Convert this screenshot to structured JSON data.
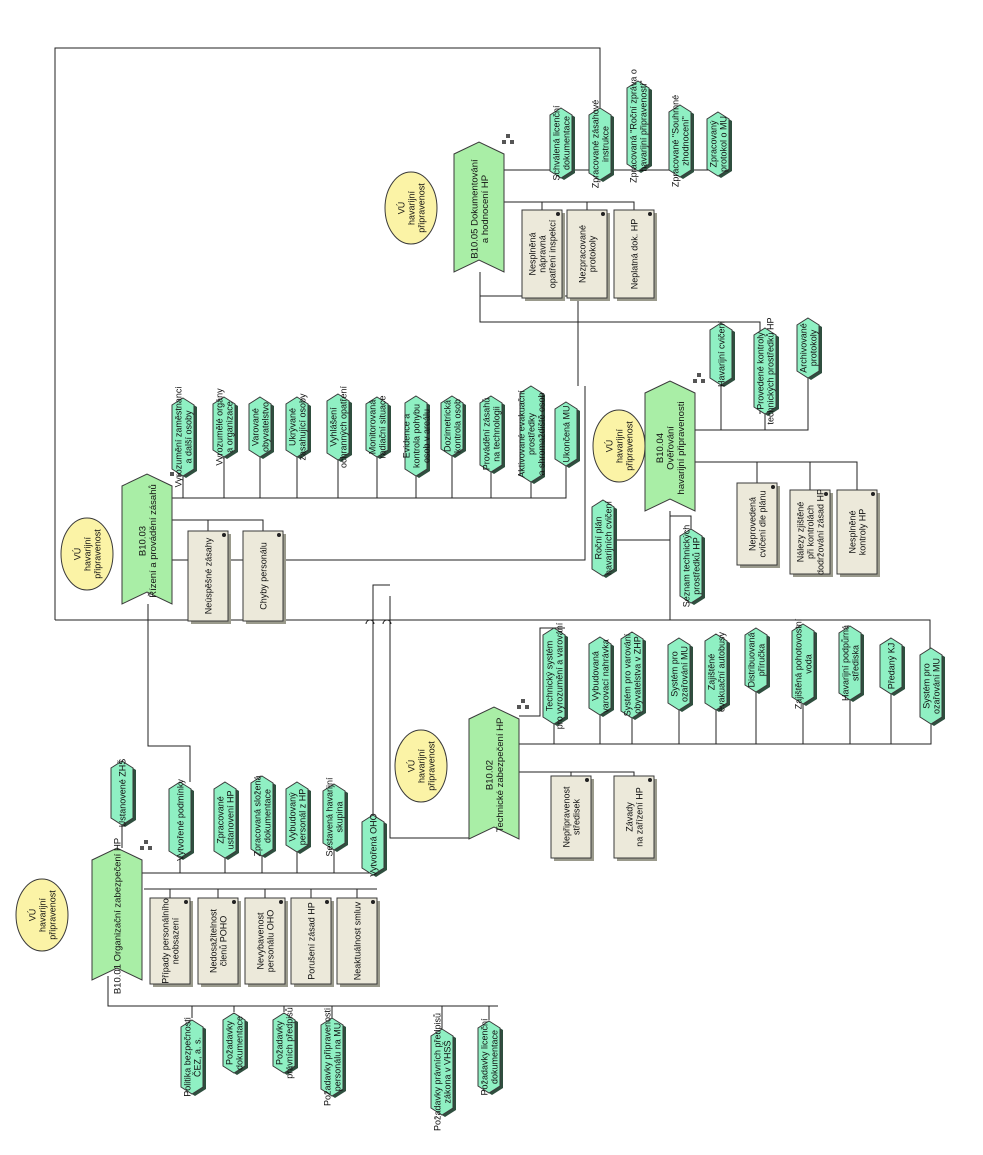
{
  "colors": {
    "process": "#a9eea6",
    "event": "#8ff0c3",
    "event_dark": "#2f4f3f",
    "output": "#ece9da",
    "ellipse": "#fbf3a6",
    "line": "#222222"
  },
  "ellipse_label": [
    "VÚ",
    "havarijní",
    "připravenost"
  ],
  "ellipses": [
    {
      "id": "e1",
      "label": [
        "VÚ",
        "havarijní",
        "připravenost"
      ]
    },
    {
      "id": "e2",
      "label": [
        "VÚ",
        "havarijní",
        "připravenost"
      ]
    },
    {
      "id": "e3",
      "label": [
        "VÚ",
        "havarijní",
        "připravenost"
      ]
    },
    {
      "id": "e4",
      "label": [
        "VÚ",
        "havarijní",
        "připravenost"
      ]
    },
    {
      "id": "e5",
      "label": [
        "VÚ",
        "havarijní",
        "připravenost"
      ]
    }
  ],
  "processes": [
    {
      "id": "p1",
      "label": [
        "B10.01 Organizační zabezpečení HP"
      ]
    },
    {
      "id": "p2",
      "label": [
        "B10.02",
        "Technické zabezpečení HP"
      ]
    },
    {
      "id": "p3",
      "label": [
        "B10.03",
        "Řízení a provádění zásahů"
      ]
    },
    {
      "id": "p4",
      "label": [
        "B10.04",
        "Ověřování",
        "havarijní připravenosti"
      ]
    },
    {
      "id": "p5",
      "label": [
        "B10.05 Dokumentování",
        "a hodnocení HP"
      ]
    }
  ],
  "events": [
    {
      "id": "in1",
      "label": [
        "Politika bezpečnosti",
        "ČEZ, a. s."
      ]
    },
    {
      "id": "in2",
      "label": [
        "Požadavky",
        "dokumentace"
      ]
    },
    {
      "id": "in3",
      "label": [
        "Požadavky",
        "právních předpisů"
      ]
    },
    {
      "id": "in4",
      "label": [
        "Požadavky připravenosti",
        "personálu na MU"
      ]
    },
    {
      "id": "in5",
      "label": [
        "Požadavky právních předpisů",
        "zákona v VHSŠ"
      ]
    },
    {
      "id": "in6",
      "label": [
        "Požadavky licenční",
        "dokumentace"
      ]
    },
    {
      "id": "o1a",
      "label": [
        "Ustanovené ZHŠ"
      ]
    },
    {
      "id": "o1b",
      "label": [
        "Vytvořené podmínky"
      ]
    },
    {
      "id": "o1c",
      "label": [
        "Zpracované",
        "ustanovení HP"
      ]
    },
    {
      "id": "o1d",
      "label": [
        "Zpracovaná složená",
        "dokumentace"
      ]
    },
    {
      "id": "o1e",
      "label": [
        "Vybudovaný",
        "personál z HP"
      ]
    },
    {
      "id": "o1f",
      "label": [
        "Sestavená havarijní",
        "skupina"
      ]
    },
    {
      "id": "o1g",
      "label": [
        "Vytvořená OHO"
      ]
    },
    {
      "id": "o2a",
      "label": [
        "Technický systém",
        "pro vyrozumění a varování"
      ]
    },
    {
      "id": "o2b",
      "label": [
        "Vybudovaná",
        "varovací nahrávka"
      ]
    },
    {
      "id": "o2c",
      "label": [
        "Systém pro varování",
        "obyvatelstva v ZHP"
      ]
    },
    {
      "id": "o2d",
      "label": [
        "Systém pro",
        "ozařování MU"
      ]
    },
    {
      "id": "o2e",
      "label": [
        "Zajištěné",
        "evakuační autobusy"
      ]
    },
    {
      "id": "o2f",
      "label": [
        "Distribuovaná",
        "příručka"
      ]
    },
    {
      "id": "o2g",
      "label": [
        "Zajištěná pohotovostní",
        "voda"
      ]
    },
    {
      "id": "o2h",
      "label": [
        "Havarijní podpůrná",
        "střediska"
      ]
    },
    {
      "id": "o2i",
      "label": [
        "Předaný KJ"
      ]
    },
    {
      "id": "o2j",
      "label": [
        "Systém pro",
        "ozařování MU"
      ]
    },
    {
      "id": "o3a",
      "label": [
        "Vyrozumění zaměstnanci",
        "a další osoby"
      ]
    },
    {
      "id": "o3b",
      "label": [
        "Vyrozumělé orgány",
        "a organizace"
      ]
    },
    {
      "id": "o3c",
      "label": [
        "Varované",
        "obyvatelstvo"
      ]
    },
    {
      "id": "o3d",
      "label": [
        "Ukrývané",
        "zasahující osoby"
      ]
    },
    {
      "id": "o3e",
      "label": [
        "Vyhlášení",
        "ochranných opatření"
      ]
    },
    {
      "id": "o3f",
      "label": [
        "Monitorovaná",
        "radiační situace"
      ]
    },
    {
      "id": "o3g",
      "label": [
        "Evidence a",
        "kontrola pohybu",
        "osob v areálu"
      ]
    },
    {
      "id": "o3h",
      "label": [
        "Dozimetrická",
        "kontrola osob"
      ]
    },
    {
      "id": "o3i",
      "label": [
        "Provádění zásahů",
        "na technologii"
      ]
    },
    {
      "id": "o3j",
      "label": [
        "Aktivované evakuační",
        "prostředky",
        "a shromaždiště osob"
      ]
    },
    {
      "id": "o3k",
      "label": [
        "Ukončená MU"
      ]
    },
    {
      "id": "o4a",
      "label": [
        "Havarijní cvičení"
      ]
    },
    {
      "id": "o4b",
      "label": [
        "Provedené kontroly",
        "technických prostředků HP"
      ]
    },
    {
      "id": "o4c",
      "label": [
        "Archivované",
        "protokoly"
      ]
    },
    {
      "id": "i4a",
      "label": [
        "Roční plán",
        "havarijních cvičení"
      ]
    },
    {
      "id": "i4b",
      "label": [
        "Seznam technických",
        "prostředků HP"
      ]
    },
    {
      "id": "o5a",
      "label": [
        "Schválená licenční",
        "dokumentace"
      ]
    },
    {
      "id": "o5b",
      "label": [
        "Zpracované zásahové",
        "instrukce"
      ]
    },
    {
      "id": "o5c",
      "label": [
        "Zpracovaná \"Roční zpráva o",
        "havarijní připravenosti\""
      ]
    },
    {
      "id": "o5d",
      "label": [
        "Zpracované \"Souhrnné",
        "zhodnocení\""
      ]
    },
    {
      "id": "o5e",
      "label": [
        "Zpracovaný",
        "protokol o MU"
      ]
    }
  ],
  "outputs": [
    {
      "id": "r1a",
      "label": [
        "Případy personálního",
        "neobsazení"
      ]
    },
    {
      "id": "r1b",
      "label": [
        "Nedosažitelnost",
        "členů POHO"
      ]
    },
    {
      "id": "r1c",
      "label": [
        "Nevybavenost",
        "personálu OHO"
      ]
    },
    {
      "id": "r1d",
      "label": [
        "Porušení zásad HP"
      ]
    },
    {
      "id": "r1e",
      "label": [
        "Neaktuálnost smluv"
      ]
    },
    {
      "id": "r2a",
      "label": [
        "Nepřipravenost",
        "středisek"
      ]
    },
    {
      "id": "r2b",
      "label": [
        "Závady",
        "na zařízení HP"
      ]
    },
    {
      "id": "r3a",
      "label": [
        "Neúspěšné zásahy"
      ]
    },
    {
      "id": "r3b",
      "label": [
        "Chyby personálu"
      ]
    },
    {
      "id": "r4a",
      "label": [
        "Neprovedená",
        "cvičení dle plánu"
      ]
    },
    {
      "id": "r4b",
      "label": [
        "Nálezy zjištěné",
        "při kontrolách",
        "dodržování zásad HP"
      ]
    },
    {
      "id": "r4c",
      "label": [
        "Nesplněné",
        "kontroly HP"
      ]
    },
    {
      "id": "r5a",
      "label": [
        "Nesplněná",
        "nápravná",
        "opatření inspekcí"
      ]
    },
    {
      "id": "r5b",
      "label": [
        "Nezpracované",
        "protokoly"
      ]
    },
    {
      "id": "r5c",
      "label": [
        "Neplatná dok. HP"
      ]
    }
  ]
}
